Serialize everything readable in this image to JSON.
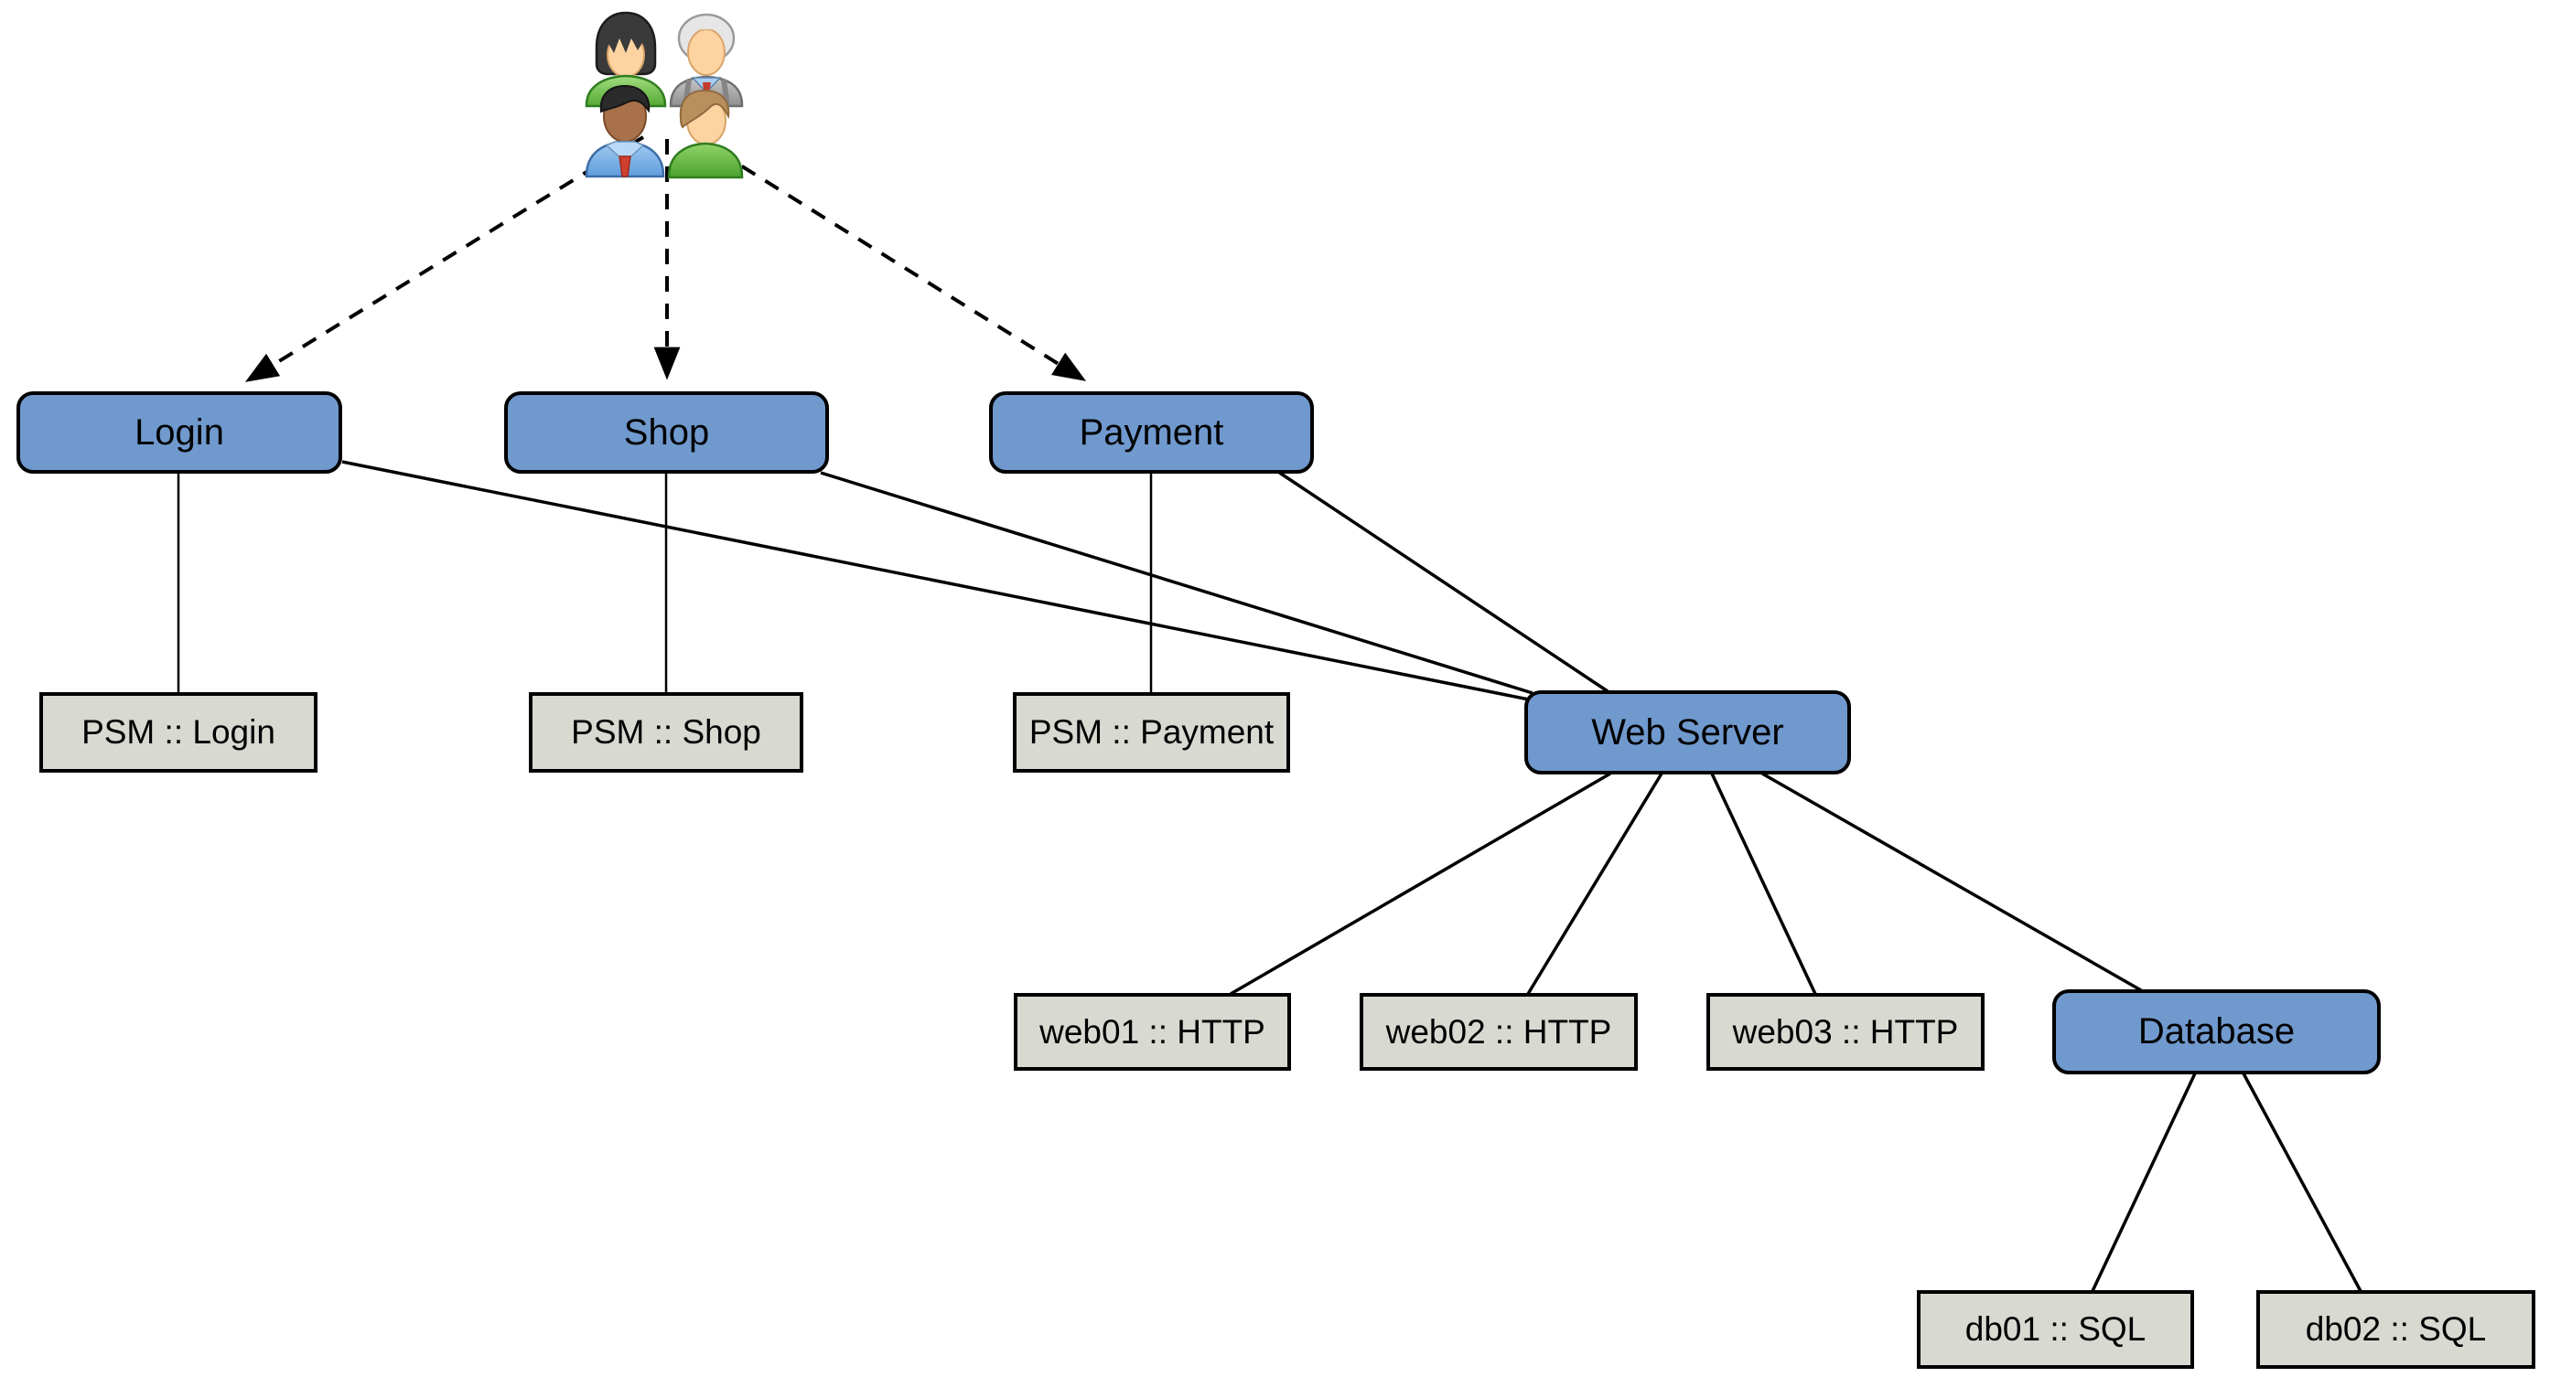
{
  "diagram": {
    "icon": {
      "name": "users-group-icon"
    },
    "nodes": [
      {
        "id": "login",
        "label": "Login",
        "kind": "service"
      },
      {
        "id": "shop",
        "label": "Shop",
        "kind": "service"
      },
      {
        "id": "payment",
        "label": "Payment",
        "kind": "service"
      },
      {
        "id": "psm_login",
        "label": "PSM :: Login",
        "kind": "host"
      },
      {
        "id": "psm_shop",
        "label": "PSM :: Shop",
        "kind": "host"
      },
      {
        "id": "psm_payment",
        "label": "PSM :: Payment",
        "kind": "host"
      },
      {
        "id": "web_server",
        "label": "Web Server",
        "kind": "service"
      },
      {
        "id": "web01",
        "label": "web01 :: HTTP",
        "kind": "host"
      },
      {
        "id": "web02",
        "label": "web02 :: HTTP",
        "kind": "host"
      },
      {
        "id": "web03",
        "label": "web03 :: HTTP",
        "kind": "host"
      },
      {
        "id": "database",
        "label": "Database",
        "kind": "service"
      },
      {
        "id": "db01",
        "label": "db01 :: SQL",
        "kind": "host"
      },
      {
        "id": "db02",
        "label": "db02 :: SQL",
        "kind": "host"
      }
    ],
    "edges": [
      {
        "from": "users",
        "to": "login",
        "style": "dashed-arrow"
      },
      {
        "from": "users",
        "to": "shop",
        "style": "dashed-arrow"
      },
      {
        "from": "users",
        "to": "payment",
        "style": "dashed-arrow"
      },
      {
        "from": "login",
        "to": "psm_login",
        "style": "solid"
      },
      {
        "from": "shop",
        "to": "psm_shop",
        "style": "solid"
      },
      {
        "from": "payment",
        "to": "psm_payment",
        "style": "solid"
      },
      {
        "from": "login",
        "to": "web_server",
        "style": "solid"
      },
      {
        "from": "shop",
        "to": "web_server",
        "style": "solid"
      },
      {
        "from": "payment",
        "to": "web_server",
        "style": "solid"
      },
      {
        "from": "web_server",
        "to": "web01",
        "style": "solid"
      },
      {
        "from": "web_server",
        "to": "web02",
        "style": "solid"
      },
      {
        "from": "web_server",
        "to": "web03",
        "style": "solid"
      },
      {
        "from": "web_server",
        "to": "database",
        "style": "solid"
      },
      {
        "from": "database",
        "to": "db01",
        "style": "solid"
      },
      {
        "from": "database",
        "to": "db02",
        "style": "solid"
      }
    ],
    "colors": {
      "canvas_bg": "#ffffff",
      "service_fill": "#7099ce",
      "host_fill": "#d8d9d1",
      "border": "#000000",
      "line": "#000000"
    }
  }
}
